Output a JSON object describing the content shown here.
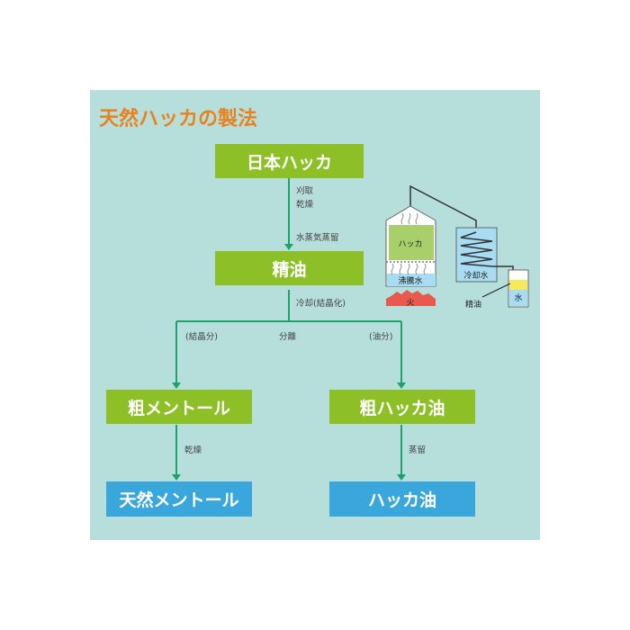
{
  "title": "天然ハッカの製法",
  "colors": {
    "title": "#e8821e",
    "green_box": "#8dbf26",
    "blue_box": "#3aa7dc",
    "arrow": "#1aa36a",
    "background": "#b6dfdc"
  },
  "nodes": {
    "raw": "日本ハッカ",
    "essential_oil": "精油",
    "crude_menthol": "粗メントール",
    "crude_mint_oil": "粗ハッカ油",
    "natural_menthol": "天然メントール",
    "mint_oil": "ハッカ油"
  },
  "edge_labels": {
    "harvest": "刈取",
    "dry1": "乾燥",
    "steam": "水蒸気蒸留",
    "cool": "冷却(結晶化)",
    "crystal": "(結晶分)",
    "separate": "分離",
    "oil": "(油分)",
    "dry2": "乾燥",
    "distill": "蒸留"
  },
  "apparatus": {
    "mint": "ハッカ",
    "boiling_water": "沸騰水",
    "fire": "火",
    "cooling_water": "冷却水",
    "oil": "精油",
    "water": "水"
  }
}
